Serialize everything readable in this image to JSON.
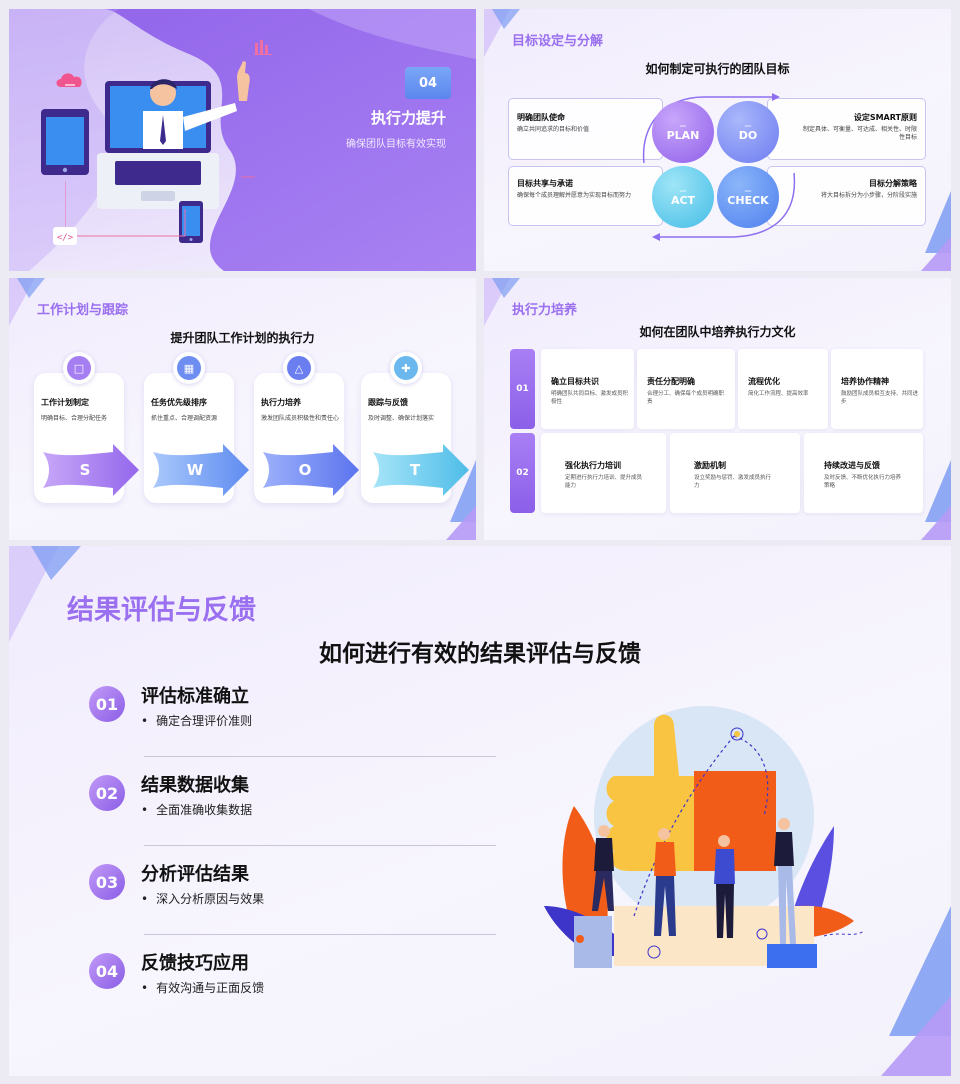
{
  "colors": {
    "accent_purple": "#9a6ff0",
    "accent_blue": "#5b86ee",
    "accent_teal": "#4cc3e8",
    "orange": "#f25c19",
    "yellow": "#f8c441"
  },
  "slide1": {
    "number": "04",
    "title": "执行力提升",
    "subtitle": "确保团队目标有效实现",
    "icons": [
      "cloud-icon",
      "chart-icon",
      "code-icon",
      "tablet-icon",
      "phone-icon",
      "laptop-icon"
    ]
  },
  "slide2": {
    "title": "目标设定与分解",
    "subtitle": "如何制定可执行的团队目标",
    "panels": [
      {
        "heading": "明确团队使命",
        "desc": "确立共同追求的目标和价值"
      },
      {
        "heading": "设定SMART原则",
        "desc": "制定具体、可衡量、可达成、相关性、时限性目标"
      },
      {
        "heading": "目标共享与承诺",
        "desc": "确保每个成员理解并愿意为实现目标而努力"
      },
      {
        "heading": "目标分解策略",
        "desc": "将大目标拆分为小步骤，分阶段实施"
      }
    ],
    "cycle": [
      "PLAN",
      "DO",
      "ACT",
      "CHECK"
    ],
    "dash": "—"
  },
  "slide3": {
    "title": "工作计划与跟踪",
    "subtitle": "提升团队工作计划的执行力",
    "cards": [
      {
        "heading": "工作计划制定",
        "desc": "明确目标、合理分配任务",
        "letter": "S",
        "icon": "document-icon"
      },
      {
        "heading": "任务优先级排序",
        "desc": "抓住重点、合理调配资源",
        "letter": "W",
        "icon": "image-icon"
      },
      {
        "heading": "执行力培养",
        "desc": "激发团队成员积极性和责任心",
        "letter": "O",
        "icon": "flask-icon"
      },
      {
        "heading": "跟踪与反馈",
        "desc": "及时调整、确保计划落实",
        "letter": "T",
        "icon": "puzzle-icon"
      }
    ]
  },
  "slide4": {
    "title": "执行力培养",
    "subtitle": "如何在团队中培养执行力文化",
    "row1": {
      "number": "01",
      "cards": [
        {
          "heading": "确立目标共识",
          "desc": "明确团队共同目标、激发成员积极性"
        },
        {
          "heading": "责任分配明确",
          "desc": "合理分工、确保每个成员明确职责"
        },
        {
          "heading": "流程优化",
          "desc": "简化工作流程、提高效率"
        },
        {
          "heading": "培养协作精神",
          "desc": "鼓励团队成员相互支持、共同进步"
        }
      ]
    },
    "row2": {
      "number": "02",
      "cards": [
        {
          "heading": "强化执行力培训",
          "desc": "定期进行执行力培训、提升成员能力"
        },
        {
          "heading": "激励机制",
          "desc": "设立奖励与惩罚、激发成员执行力"
        },
        {
          "heading": "持续改进与反馈",
          "desc": "及时反馈、不断优化执行力培养策略"
        }
      ]
    }
  },
  "slide5": {
    "title": "结果评估与反馈",
    "subtitle": "如何进行有效的结果评估与反馈",
    "items": [
      {
        "number": "01",
        "heading": "评估标准确立",
        "desc": "确定合理评价准则"
      },
      {
        "number": "02",
        "heading": "结果数据收集",
        "desc": "全面准确收集数据"
      },
      {
        "number": "03",
        "heading": "分析评估结果",
        "desc": "深入分析原因与效果"
      },
      {
        "number": "04",
        "heading": "反馈技巧应用",
        "desc": "有效沟通与正面反馈"
      }
    ],
    "illustration": "thumbs-up-teamwork-illustration"
  }
}
